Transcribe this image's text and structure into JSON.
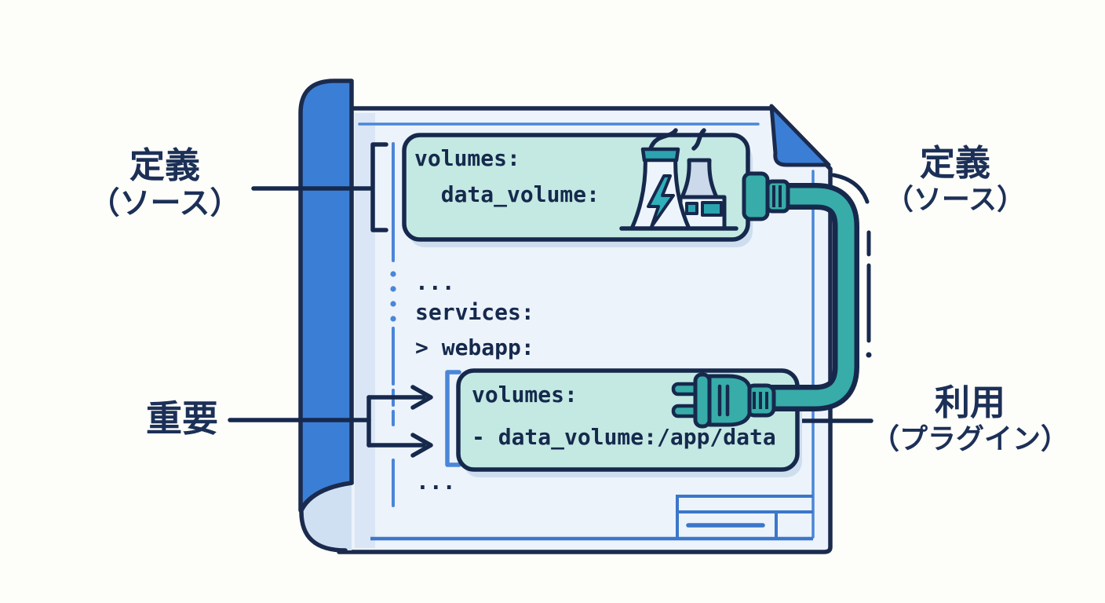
{
  "labels": {
    "definition_left": {
      "title": "定義",
      "subtitle": "（ソース）"
    },
    "definition_right": {
      "title": "定義",
      "subtitle": "（ソース）"
    },
    "important": {
      "title": "重要"
    },
    "usage": {
      "title": "利用",
      "subtitle": "（プラグイン）"
    }
  },
  "code": {
    "top_box": {
      "line1": "volumes:",
      "line2": "  data_volume:"
    },
    "middle": {
      "line1": "...",
      "line2": "services:",
      "line3": "> webapp:"
    },
    "bottom_box": {
      "line1": "volumes:",
      "line2": "- data_volume:/app/data"
    },
    "trailing_ellipsis": "..."
  },
  "icons": {
    "power_plant": "power-plant-icon",
    "power_plug": "power-plug-icon",
    "socket": "socket-connector",
    "cable": "connection-cable",
    "book_spine": "book-spine",
    "folded_corner": "dog-ear-fold"
  },
  "colors": {
    "navy": "#16294d",
    "spine_blue": "#3b7ed6",
    "line_blue": "#4a86d8",
    "titleblock_blue": "#3b77c9",
    "teal": "#38aca8",
    "teal_band": "#2ba4b0",
    "mint": "#c3e9e2",
    "page_fill": "#ecf3fb",
    "shadow": "#cddeef"
  }
}
